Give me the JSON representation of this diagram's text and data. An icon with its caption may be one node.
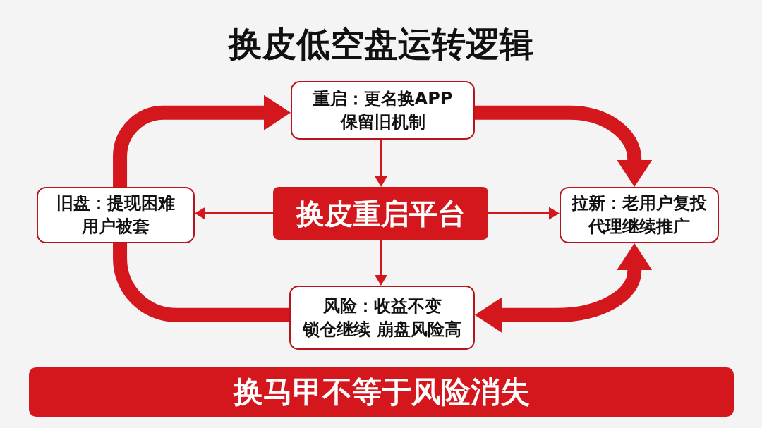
{
  "diagram": {
    "title": "换皮低空盘运转逻辑",
    "nodes": [
      {
        "text": [
          "重启：更名换APP",
          "保留旧机制"
        ]
      },
      {
        "text": [
          "旧盘：提现困难",
          "用户被套"
        ]
      },
      {
        "text": [
          "换皮重启平台"
        ]
      },
      {
        "text": [
          "拉新：老用户复投",
          "代理继续推广"
        ]
      },
      {
        "text": [
          "风险：收益不变",
          "锁仓继续 崩盘风险高"
        ]
      },
      {
        "text": [
          "换马甲不等于风险消失"
        ]
      }
    ],
    "edges": [
      {
        "from": 1,
        "to": 0,
        "arrow": "to",
        "style": "thick"
      },
      {
        "from": 0,
        "to": 3,
        "arrow": "to",
        "style": "thick"
      },
      {
        "from": 4,
        "to": 3,
        "arrow": "both",
        "style": "thick"
      },
      {
        "from": 4,
        "to": 1,
        "arrow": "none",
        "style": "thick"
      },
      {
        "from": 0,
        "to": 2,
        "arrow": "to"
      },
      {
        "from": 2,
        "to": 1,
        "arrow": "to"
      },
      {
        "from": 2,
        "to": 3,
        "arrow": "to"
      },
      {
        "from": 2,
        "to": 4,
        "arrow": "to"
      }
    ]
  }
}
